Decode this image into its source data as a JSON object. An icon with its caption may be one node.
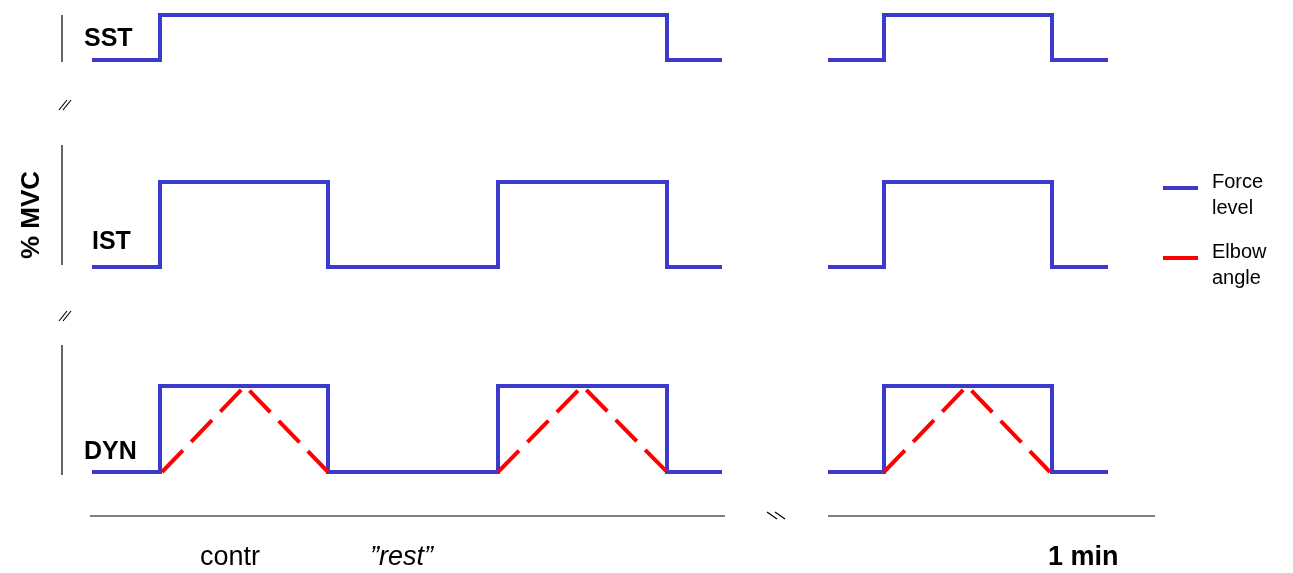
{
  "diagram": {
    "labels": [
      "SST",
      "% MVC",
      "IST",
      "DYN",
      "contr",
      "”rest”",
      "1 min"
    ],
    "legend": [
      {
        "text": "Force level"
      },
      {
        "text": "Elbow angle"
      }
    ]
  }
}
